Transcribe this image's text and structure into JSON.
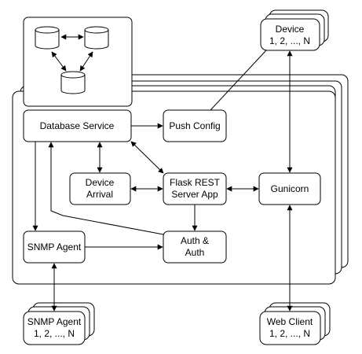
{
  "diagram": {
    "nodes": {
      "database_service": "Database Service",
      "push_config": "Push Config",
      "device_arrival": [
        "Device",
        "Arrival"
      ],
      "flask_app": [
        "Flask REST",
        "Server App"
      ],
      "gunicorn": "Gunicorn",
      "snmp_agent": "SNMP Agent",
      "auth": [
        "Auth &",
        "Auth"
      ],
      "device_stack": [
        "Device",
        "1, 2, ..., N"
      ],
      "snmp_agent_stack": [
        "SNMP Agent",
        "1, 2, ..., N"
      ],
      "web_client_stack": [
        "Web Client",
        "1, 2, ..., N"
      ]
    }
  }
}
